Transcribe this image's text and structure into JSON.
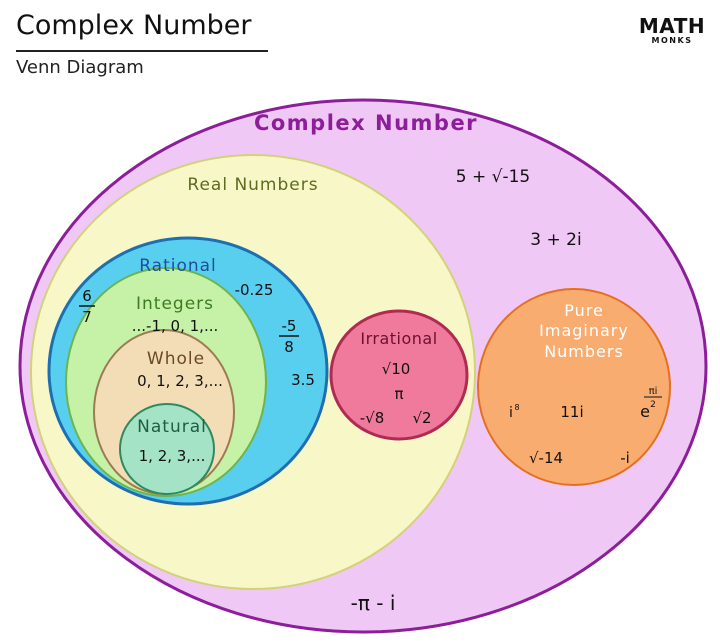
{
  "header": {
    "title": "Complex Number",
    "subtitle": "Venn Diagram",
    "logo_top": "MATH",
    "logo_bottom": "MONKS"
  },
  "diagram": {
    "complex": {
      "label": "Complex Number",
      "items": [
        "5 + √-15",
        "3 + 2i",
        "-π - i"
      ]
    },
    "real": {
      "label": "Real Numbers"
    },
    "rational": {
      "label": "Rational",
      "items": [
        "-0.25",
        "3.5"
      ],
      "fraction_1": {
        "num": "6",
        "den": "7"
      },
      "fraction_2": {
        "num": "-5",
        "den": "8"
      }
    },
    "integers": {
      "label": "Integers",
      "items": [
        "...-1, 0, 1,..."
      ]
    },
    "whole": {
      "label": "Whole",
      "items": [
        "0, 1, 2, 3,..."
      ]
    },
    "natural": {
      "label": "Natural",
      "items": [
        "1, 2, 3,..."
      ]
    },
    "irrational": {
      "label": "Irrational",
      "items": [
        "√10",
        "π",
        "-√8",
        "√2"
      ]
    },
    "imaginary": {
      "label_lines": [
        "Pure",
        "Imaginary",
        "Numbers"
      ],
      "i_base": "i",
      "i_exp": "8",
      "items": [
        "11i",
        "√-14",
        "-i"
      ],
      "e_base": "e",
      "e_exp_num": "πi",
      "e_exp_den": "2"
    }
  },
  "colors": {
    "complex_fill": "#F0C8F5",
    "complex_stroke": "#8C1E9A",
    "real_fill": "#F7F7C8",
    "real_stroke": "#D2D27A",
    "rational_fill": "#59CFF0",
    "rational_stroke": "#1E6FB2",
    "integers_fill": "#C5F2A6",
    "integers_stroke": "#6FB44A",
    "whole_fill": "#F2DDB7",
    "whole_stroke": "#9C7B52",
    "natural_fill": "#A4E3C6",
    "natural_stroke": "#2E8A5E",
    "irrational_fill": "#F07A9C",
    "irrational_stroke": "#B02B52",
    "imaginary_fill": "#F9AC70",
    "imaginary_stroke": "#E4701E"
  }
}
